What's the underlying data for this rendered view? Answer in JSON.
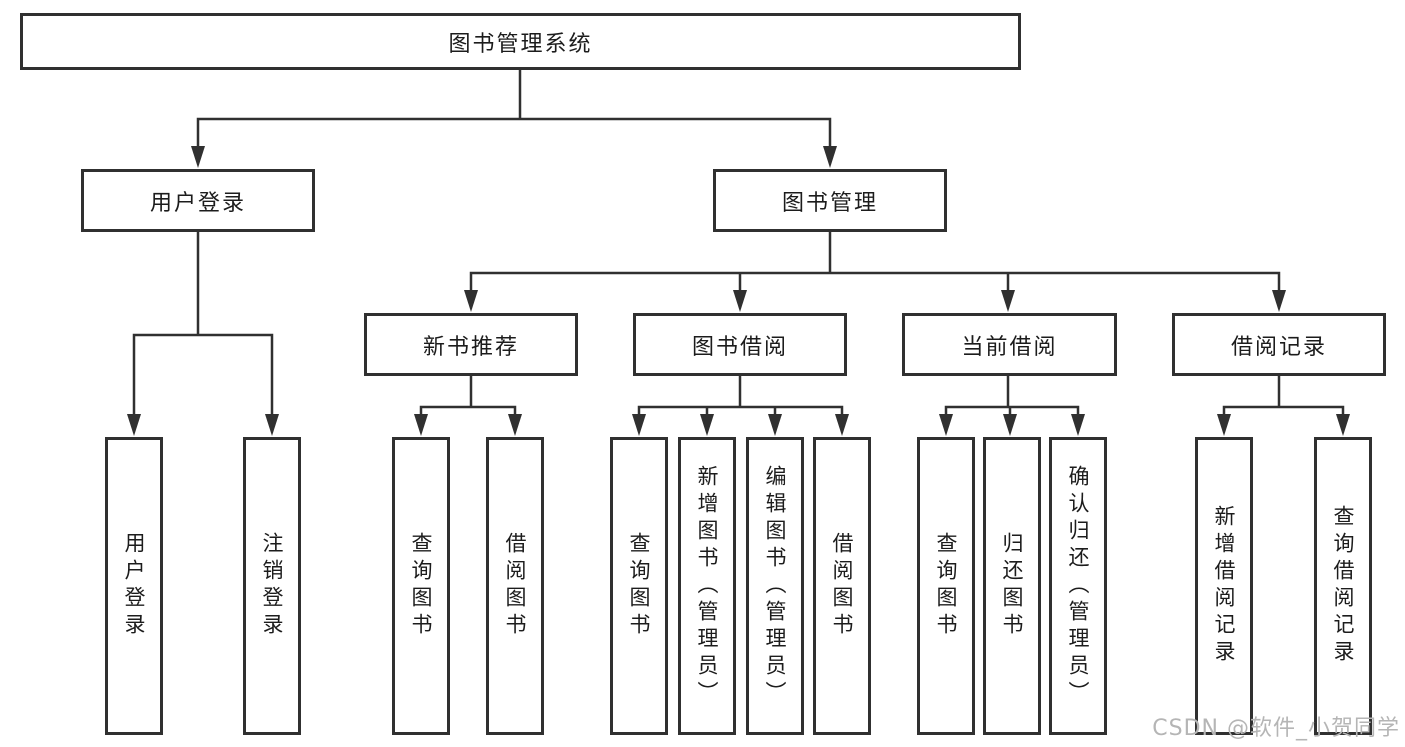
{
  "tree": {
    "root": {
      "label": "图书管理系统"
    },
    "branches": [
      {
        "label": "用户登录",
        "children": [
          {
            "label": "用户登录"
          },
          {
            "label": "注销登录"
          }
        ]
      },
      {
        "label": "图书管理",
        "children": [
          {
            "label": "新书推荐",
            "children": [
              {
                "label": "查询图书"
              },
              {
                "label": "借阅图书"
              }
            ]
          },
          {
            "label": "图书借阅",
            "children": [
              {
                "label": "查询图书"
              },
              {
                "label": "新增图书（管理员）"
              },
              {
                "label": "编辑图书（管理员）"
              },
              {
                "label": "借阅图书"
              }
            ]
          },
          {
            "label": "当前借阅",
            "children": [
              {
                "label": "查询图书"
              },
              {
                "label": "归还图书"
              },
              {
                "label": "确认归还（管理员）"
              }
            ]
          },
          {
            "label": "借阅记录",
            "children": [
              {
                "label": "新增借阅记录"
              },
              {
                "label": "查询借阅记录"
              }
            ]
          }
        ]
      }
    ]
  },
  "watermark": {
    "text": "CSDN @软件_小贺同学"
  },
  "colors": {
    "line": "#303030",
    "text": "#1c1c1c",
    "watermark": "#b5b5b5",
    "background": "#ffffff"
  }
}
